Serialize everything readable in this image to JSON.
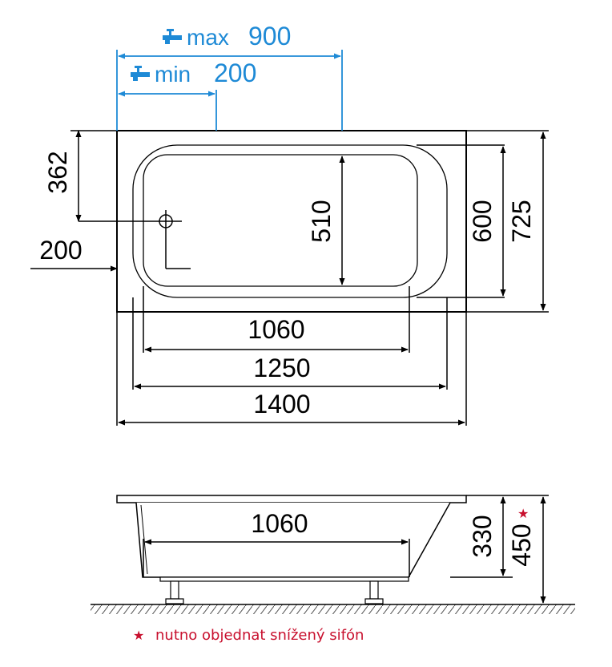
{
  "faucet": {
    "max_label": "max",
    "max_value": "900",
    "min_label": "min",
    "min_value": "200",
    "icon": "faucet-icon",
    "color": "#1e8ad6"
  },
  "top_view": {
    "drain_from_top": "362",
    "drain_from_left": "200",
    "inner_depth": "510",
    "rim_inner_depth": "600",
    "outer_depth": "725",
    "inner_length": "1060",
    "rim_inner_length": "1250",
    "outer_length": "1400"
  },
  "side_view": {
    "inner_length": "1060",
    "height": "330",
    "total_height": "450",
    "star": "★"
  },
  "footnote": {
    "star": "★",
    "text": "nutno objednat snížený sifón",
    "color": "#c8102e"
  }
}
